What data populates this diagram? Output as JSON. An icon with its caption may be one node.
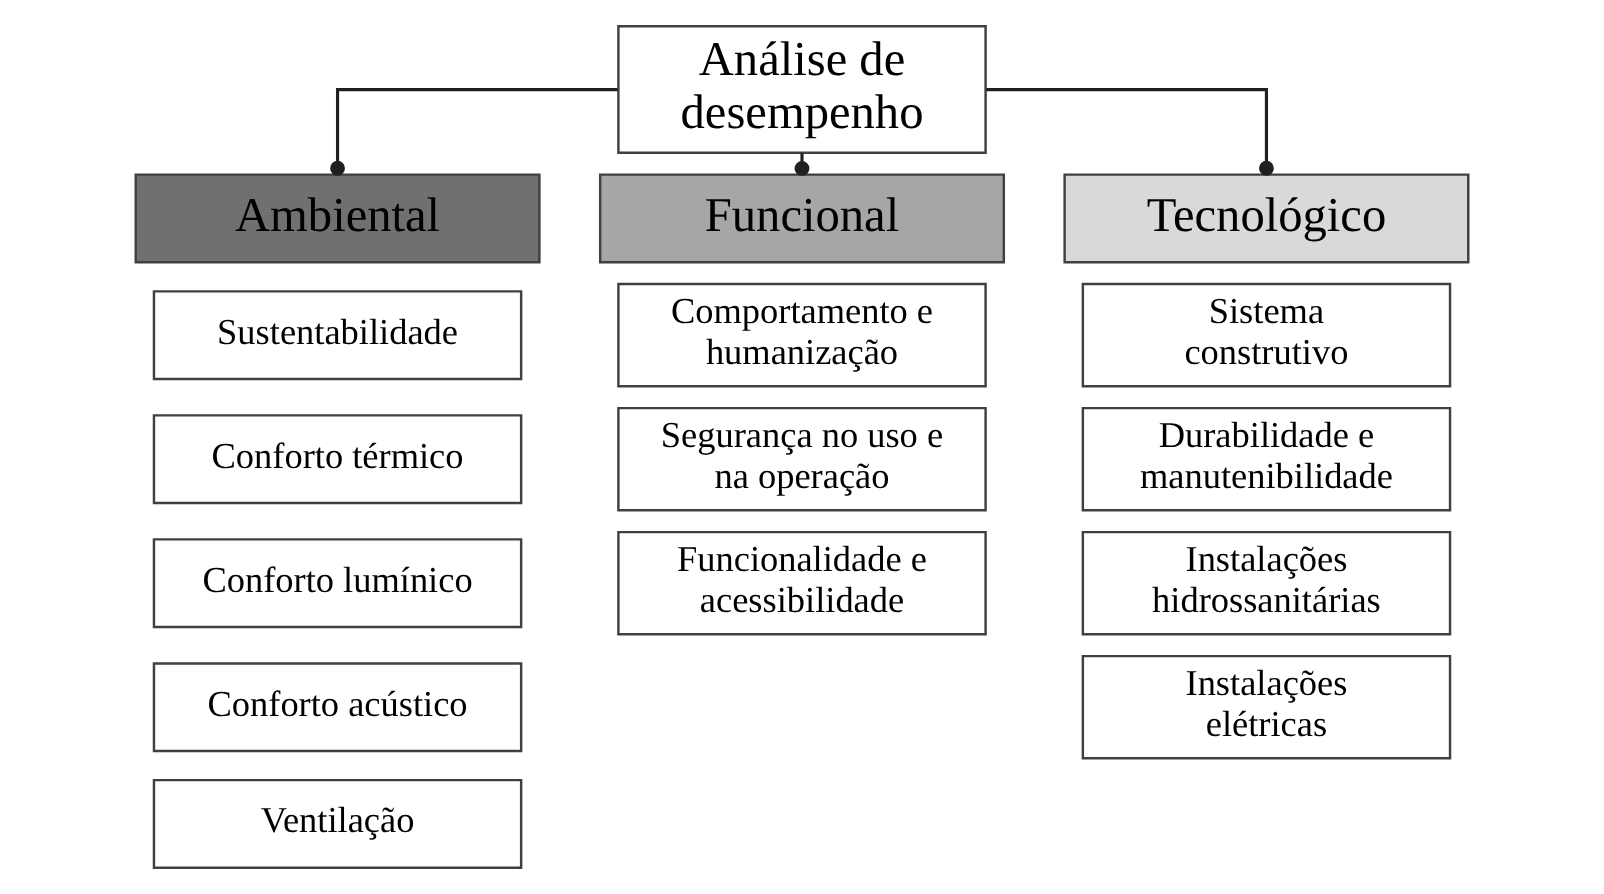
{
  "diagram": {
    "nodes": [
      {
        "text": [
          "Análise de desempenho"
        ]
      },
      {
        "text": [
          "Ambiental"
        ]
      },
      {
        "text": [
          "Funcional"
        ]
      },
      {
        "text": [
          "Tecnológico"
        ]
      },
      {
        "text": [
          "Sustentabilidade"
        ]
      },
      {
        "text": [
          "Conforto térmico"
        ]
      },
      {
        "text": [
          "Conforto lumínico"
        ]
      },
      {
        "text": [
          "Conforto acústico"
        ]
      },
      {
        "text": [
          "Ventilação"
        ]
      },
      {
        "text": [
          "Comportamento e humanização"
        ]
      },
      {
        "text": [
          "Segurança no uso e na operação"
        ]
      },
      {
        "text": [
          "Funcionalidade e acessibilidade"
        ]
      },
      {
        "text": [
          "Sistema construtivo"
        ]
      },
      {
        "text": [
          "Durabilidade e manutenibilidade"
        ]
      },
      {
        "text": [
          "Instalações hidrossanitárias"
        ]
      },
      {
        "text": [
          "Instalações elétricas"
        ]
      }
    ],
    "edges": [
      {
        "from": 0,
        "to": 1,
        "arrow": "other"
      },
      {
        "from": 0,
        "to": 2,
        "arrow": "other"
      },
      {
        "from": 0,
        "to": 3,
        "arrow": "other"
      }
    ]
  }
}
